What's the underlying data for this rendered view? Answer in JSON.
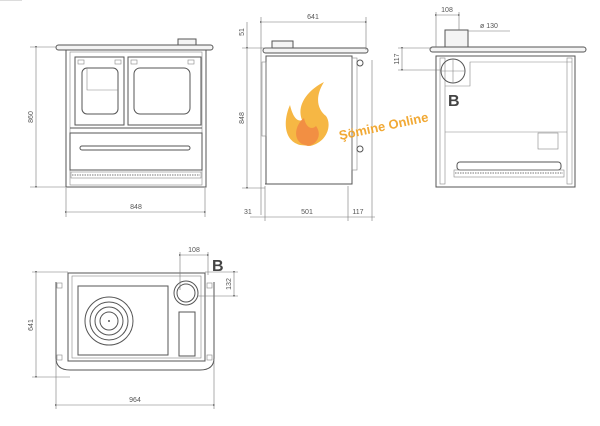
{
  "watermark": {
    "text": "Şömine Online",
    "color": "#f0a020"
  },
  "front_view": {
    "height": "860",
    "width": "848"
  },
  "side_view": {
    "depth": "641",
    "flue_height": "51",
    "height": "848",
    "back_offset": "31",
    "body_depth": "501",
    "front_offset": "117"
  },
  "rear_view": {
    "flue_offset": "108",
    "flue_diameter": "ø 130",
    "flue_drop": "117",
    "outlet_label": "B"
  },
  "top_view": {
    "flue_offset": "108",
    "flue_depth": "132",
    "outlet_label": "B",
    "depth": "641",
    "width": "964"
  }
}
